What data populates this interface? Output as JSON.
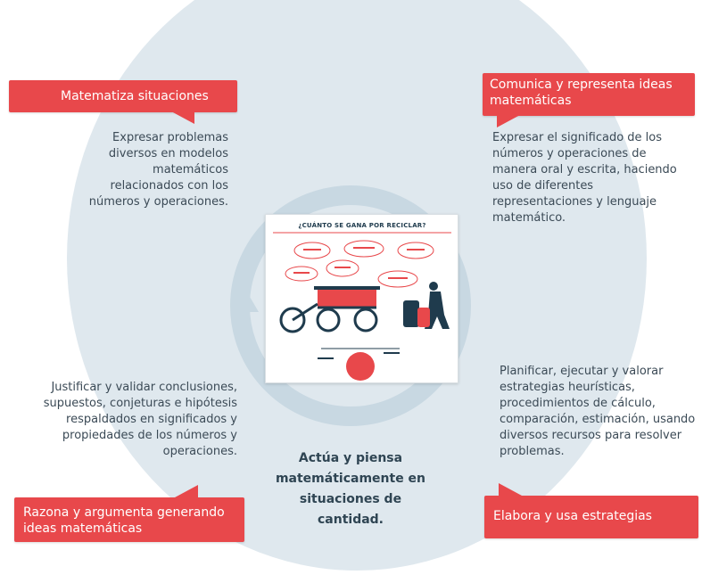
{
  "competencies": {
    "matematiza": {
      "title": "Matematiza situaciones",
      "description": "Expresar problemas diversos en modelos matemáticos relacionados con los números y operaciones."
    },
    "comunica": {
      "title": "Comunica y representa ideas matemáticas",
      "description": "Expresar el significado de los números y operaciones de manera oral y escrita, haciendo uso de diferentes representaciones y lenguaje matemático."
    },
    "razona": {
      "title": "Razona y argumenta generando ideas matemáticas",
      "description": "Justificar y validar conclusiones, supuestos, conjeturas e hipótesis respaldados en significados y propiedades de los números y operaciones."
    },
    "elabora": {
      "title": "Elabora y usa estrategias",
      "description": "Planificar, ejecutar y valorar estrategias heurísticas, procedimientos de cálculo, comparación, estimación, usando diversos recursos para resolver problemas."
    }
  },
  "center": {
    "text": "Actúa y piensa matemáticamente en situaciones de cantidad."
  },
  "poster": {
    "title": "¿CUÁNTO SE GANA POR RECICLAR?"
  },
  "colors": {
    "banner": "#e8484b",
    "circle": "#dfe8ee",
    "ring": "#c8d8e2",
    "text": "#3b4a56"
  }
}
